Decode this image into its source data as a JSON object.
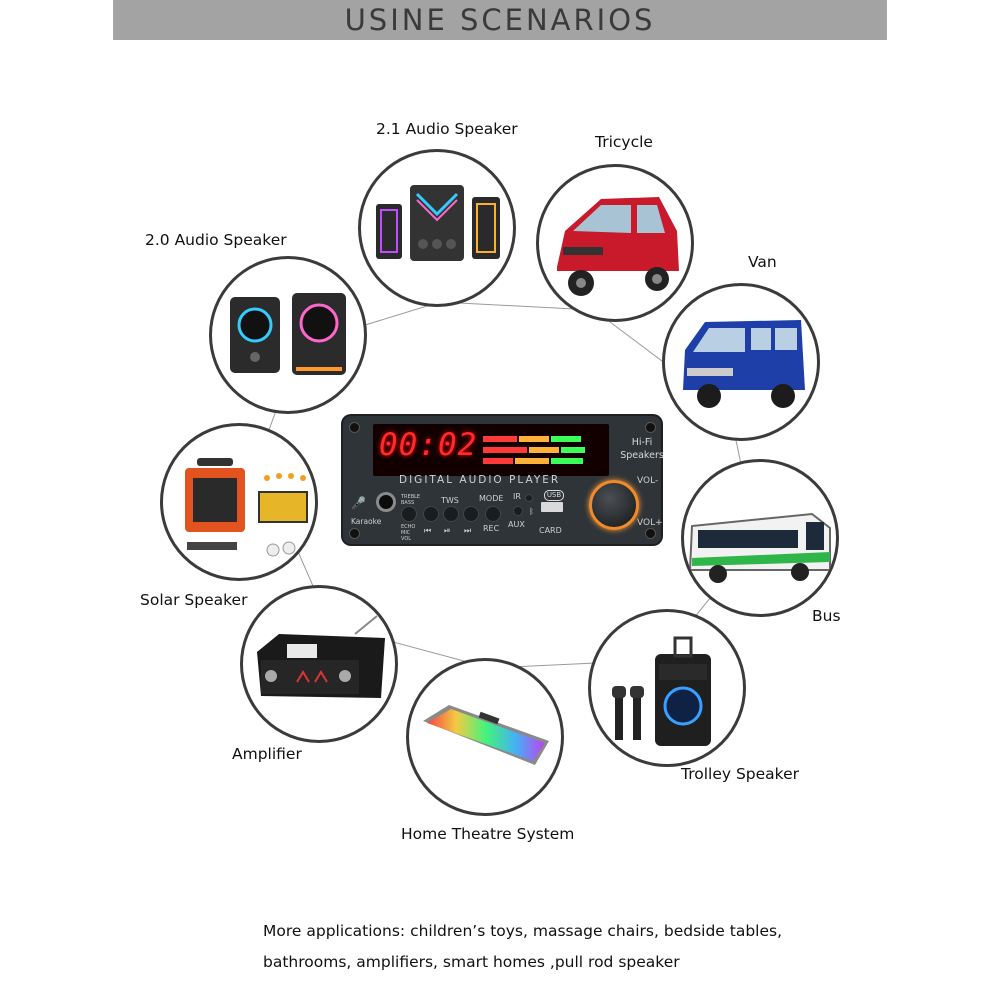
{
  "title": "USINE SCENARIOS",
  "scenarios": {
    "audio21": "2.1 Audio Speaker",
    "tricycle": "Tricycle",
    "audio20": "2.0 Audio Speaker",
    "van": "Van",
    "solar": "Solar Speaker",
    "bus": "Bus",
    "amplifier": "Amplifier",
    "trolley": "Trolley Speaker",
    "theatre": "Home Theatre System"
  },
  "player": {
    "time": "00:02",
    "label": "DIGITAL AUDIO PLAYER",
    "hifi_line1": "Hi-Fi",
    "hifi_line2": "Speakers",
    "vol_minus": "VOL-",
    "vol_plus": "VOL+",
    "karaoke": "Karaoke",
    "tws": "TWS",
    "mode": "MODE",
    "rec": "REC",
    "ir": "IR",
    "aux": "AUX",
    "usb": "USB",
    "card": "CARD",
    "treble_bass": "TREBLE BASS",
    "echo": "ECHO MIC VOL"
  },
  "footer": {
    "line1": "More applications: children’s toys, massage chairs, bedside tables,",
    "line2": "bathrooms, amplifiers, smart homes ,pull rod speaker"
  },
  "colors": {
    "banner": "#a3a3a3",
    "circle_border": "#3b3b3b",
    "player_body": "#2f3438",
    "display_red": "#ff2a2a",
    "knob_ring": "#f08a2a"
  }
}
